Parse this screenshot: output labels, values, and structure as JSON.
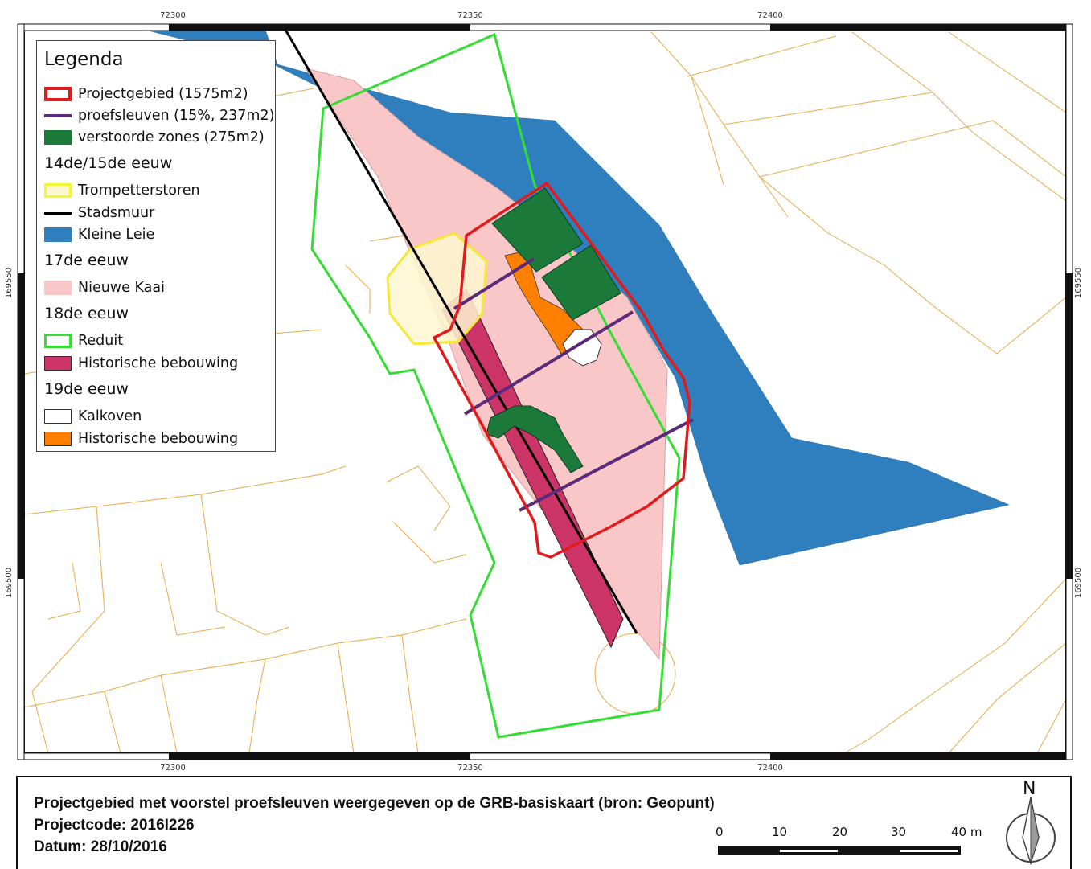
{
  "map": {
    "coords_top": [
      "72300",
      "72350",
      "72400"
    ],
    "coords_bottom": [
      "72300",
      "72350",
      "72400"
    ],
    "coords_left": [
      "169550",
      "169500"
    ],
    "coords_right": [
      "169550",
      "169500"
    ]
  },
  "legend": {
    "title": "Legenda",
    "items": [
      {
        "label": "Projectgebied (1575m2)",
        "color": "#e31a1c"
      },
      {
        "label": "proefsleuven (15%, 237m2)",
        "color": "#5b2a7a"
      },
      {
        "label": "verstoorde zones (275m2)",
        "color": "#1b7a3a"
      }
    ],
    "sections": [
      {
        "heading": "14de/15de eeuw",
        "items": [
          {
            "label": "Trompetterstoren",
            "color": "#f5f538"
          },
          {
            "label": "Stadsmuur",
            "color": "#000000"
          },
          {
            "label": "Kleine Leie",
            "color": "#2f7fbf"
          }
        ]
      },
      {
        "heading": "17de eeuw",
        "items": [
          {
            "label": "Nieuwe Kaai",
            "color": "#f9c7c7"
          }
        ]
      },
      {
        "heading": "18de eeuw",
        "items": [
          {
            "label": "Reduit",
            "color": "#33dd33"
          },
          {
            "label": "Historische bebouwing",
            "color": "#cc3366"
          }
        ]
      },
      {
        "heading": "19de eeuw",
        "items": [
          {
            "label": "Kalkoven",
            "color": "#ffffff"
          },
          {
            "label": "Historische bebouwing",
            "color": "#ff8000"
          }
        ]
      }
    ]
  },
  "info": {
    "title": "Projectgebied met voorstel proefsleuven weergegeven op de GRB-basiskaart (bron: Geopunt)",
    "projectcode": "Projectcode: 2016I226",
    "datum": "Datum: 28/10/2016"
  },
  "scalebar": {
    "labels": [
      "0",
      "10",
      "20",
      "30",
      "40 m"
    ]
  },
  "north_arrow": {
    "label": "N",
    "icon": "north-arrow-icon"
  },
  "colors": {
    "parcel_line": "#e8a94a",
    "water": "#2f7fbf",
    "kaai": "#f9c7c7",
    "reduit": "#33dd33",
    "project": "#e31a1c",
    "trench": "#5b2a7a",
    "disturbed": "#1b7a3a",
    "tower": "#f5f538",
    "historic18": "#cc3366",
    "historic19": "#ff8000"
  }
}
